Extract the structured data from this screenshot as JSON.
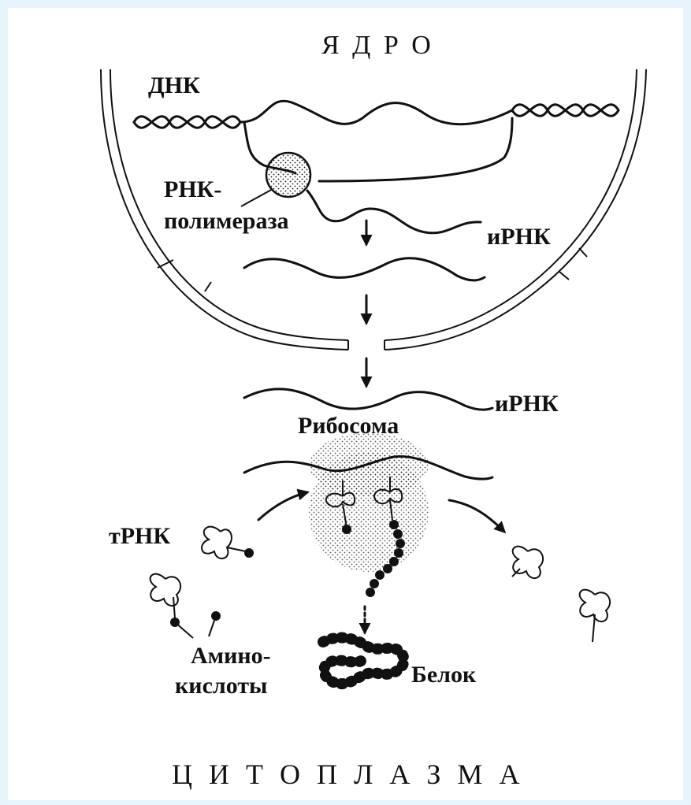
{
  "labels": {
    "nucleus": "Я Д Р О",
    "dna": "ДНК",
    "rna_polymerase_1": "РНК-",
    "rna_polymerase_2": "полимераза",
    "mrna_nucleus": "иРНК",
    "mrna_cytoplasm": "иРНК",
    "ribosome": "Рибосома",
    "trna": "тРНК",
    "amino_acids_1": "Амино-",
    "amino_acids_2": "кислоты",
    "protein": "Белок",
    "cytoplasm": "Ц И Т О П Л А З М А"
  },
  "colors": {
    "background": "#e6f4fb",
    "panel": "#ffffff",
    "ink": "#111111"
  }
}
